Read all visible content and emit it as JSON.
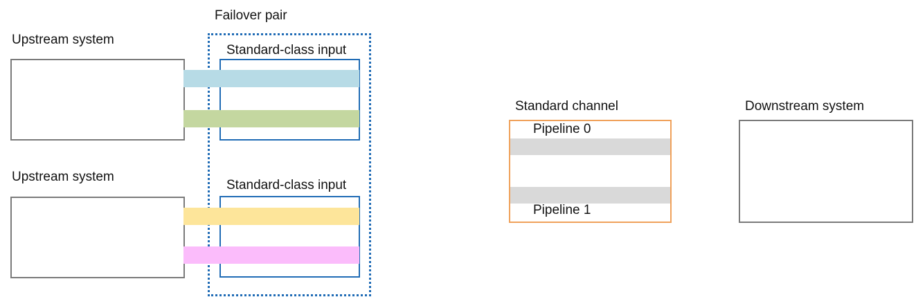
{
  "labels": {
    "failover_pair": "Failover pair",
    "upstream_system_1": "Upstream system",
    "upstream_system_2": "Upstream system",
    "standard_input_1": "Standard-class input",
    "standard_input_2": "Standard-class input",
    "standard_channel": "Standard channel",
    "pipeline_0": "Pipeline 0",
    "pipeline_1": "Pipeline 1",
    "downstream_system": "Downstream system"
  },
  "colors": {
    "system_border": "#7a7a7a",
    "input_border": "#1f6bb5",
    "channel_border": "#f0a15a",
    "band_blue": "#b7dbe6",
    "band_green": "#c4d7a0",
    "band_yellow": "#fde59a",
    "band_pink": "#fbbcfb",
    "pipeline_gray": "#d9d9d9"
  }
}
